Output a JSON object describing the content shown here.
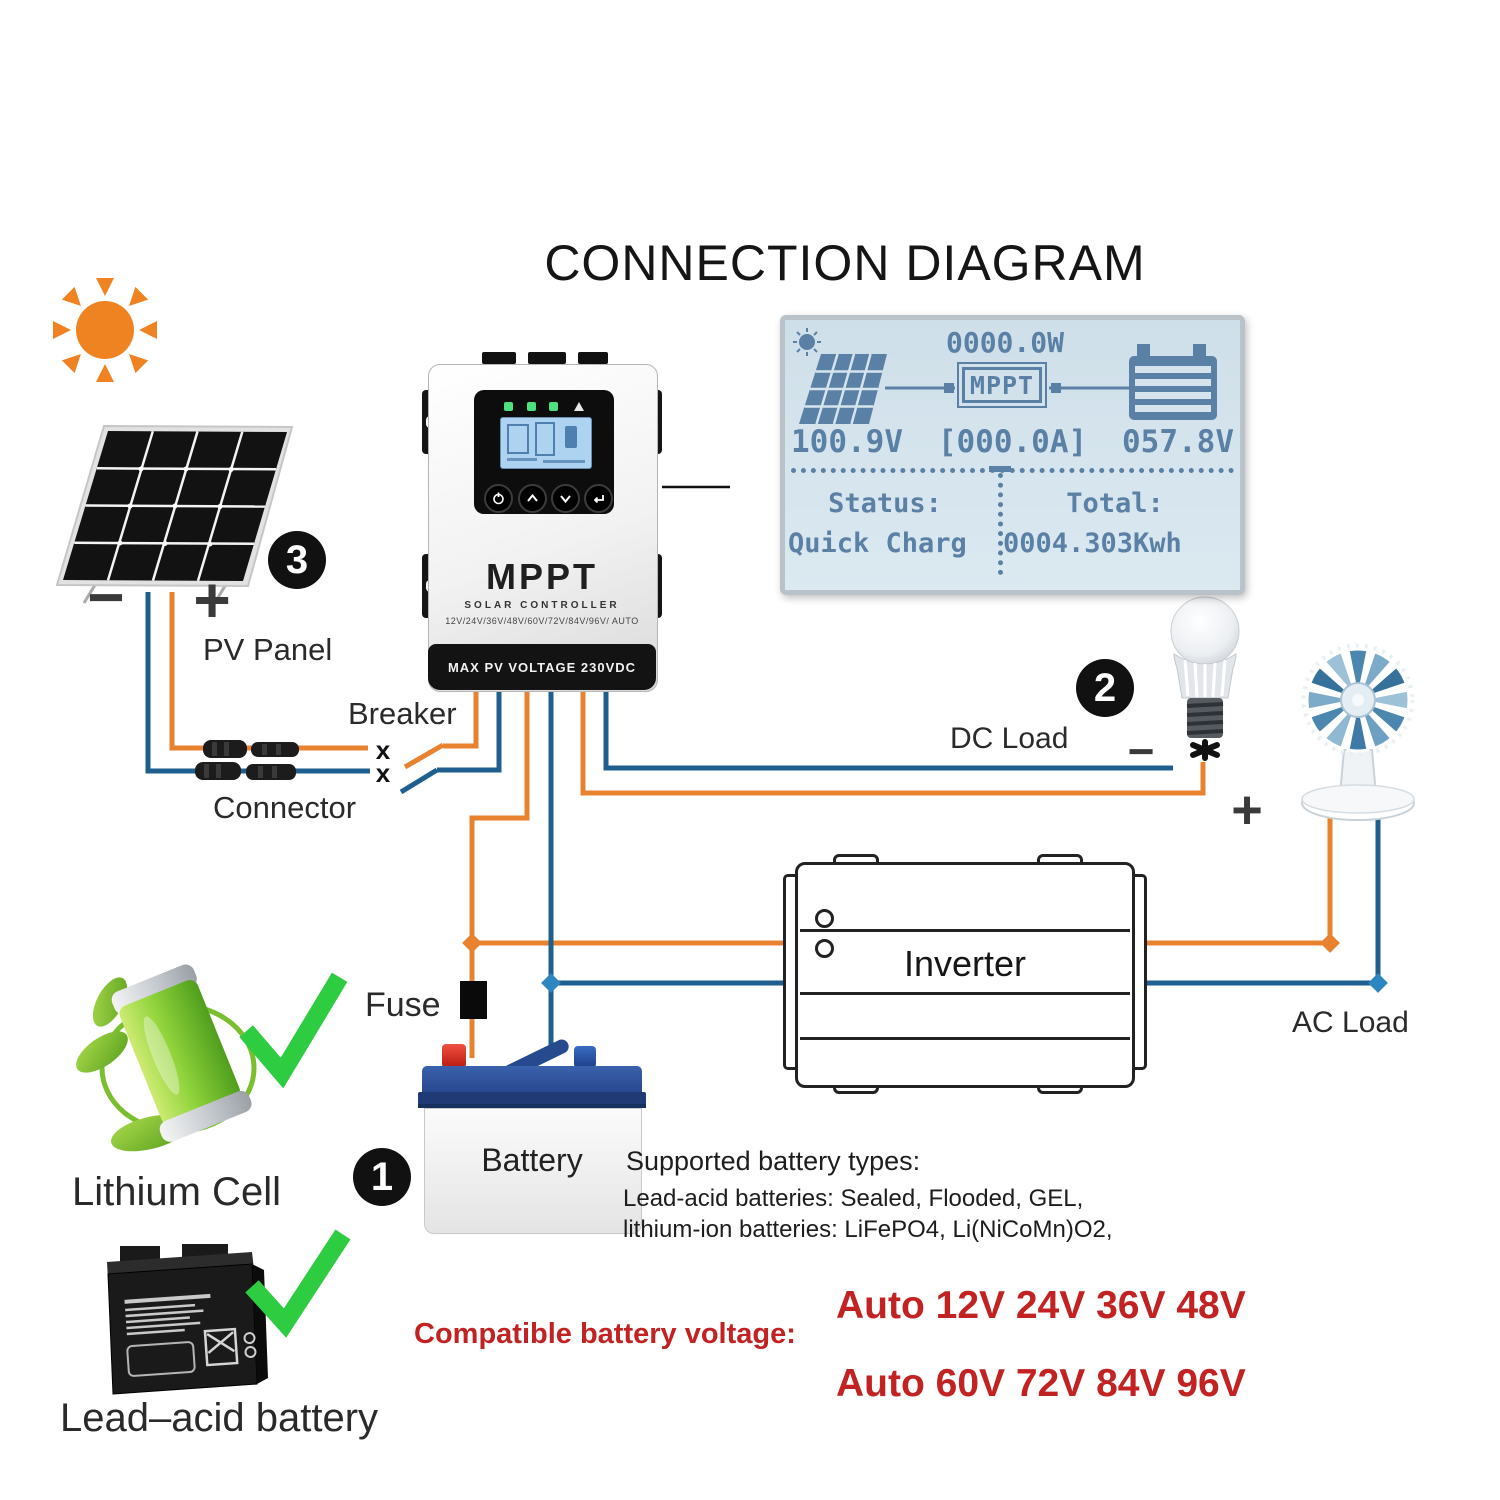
{
  "title": "CONNECTION DIAGRAM",
  "colors": {
    "wire_orange": "#e8822f",
    "wire_blue": "#1f5f8f",
    "lcd_text": "#5b80a5",
    "red_text": "#c32222",
    "check_green": "#2ecc40"
  },
  "markers": {
    "pv": "3",
    "dc_load": "2",
    "battery": "1"
  },
  "labels": {
    "pv_panel": "PV Panel",
    "breaker": "Breaker",
    "connector": "Connector",
    "fuse": "Fuse",
    "battery": "Battery",
    "dc_load": "DC Load",
    "ac_load": "AC Load",
    "inverter": "Inverter",
    "lithium_cell": "Lithium Cell",
    "lead_acid": "Lead–acid battery",
    "pv_minus": "−",
    "pv_plus": "+",
    "dc_minus": "−",
    "dc_plus": "+",
    "breaker_x": "x"
  },
  "controller": {
    "name": "MPPT",
    "subtitle": "SOLAR CONTROLLER",
    "voltages": "12V/24V/36V/48V/60V/72V/84V/96V/ AUTO",
    "max_pv": "MAX PV VOLTAGE 230VDC"
  },
  "lcd": {
    "power": "0000.0W",
    "mppt": "MPPT",
    "pv_voltage": "100.9V",
    "current": "[000.0A]",
    "battery_voltage": "057.8V",
    "status_label": "Status:",
    "status_value": "Quick Charg",
    "total_label": "Total:",
    "total_value": "0004.303Kwh"
  },
  "battery_info": {
    "heading": "Supported battery types:",
    "lead_acid_line": "Lead-acid batteries: Sealed, Flooded, GEL,",
    "lithium_line": "lithium-ion batteries: LiFePO4, Li(NiCoMn)O2,"
  },
  "voltage_info": {
    "label": "Compatible battery voltage:",
    "group1": "Auto 12V 24V 36V 48V",
    "group2": "Auto 60V 72V 84V 96V"
  }
}
